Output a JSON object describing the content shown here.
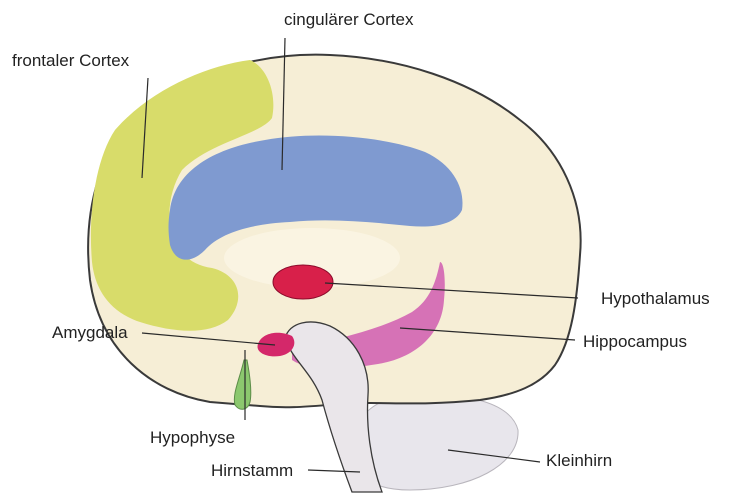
{
  "labels": {
    "frontal_cortex": "frontaler Cortex",
    "cingulate_cortex": "cingulärer Cortex",
    "hypothalamus": "Hypothalamus",
    "amygdala": "Amygdala",
    "hippocampus": "Hippocampus",
    "hypophysis": "Hypophyse",
    "brainstem": "Hirnstamm",
    "cerebellum": "Kleinhirn"
  },
  "colors": {
    "brain_fill": "#f6eed6",
    "outline": "#3a3a3a",
    "frontal_cortex": "#d8dc6a",
    "cingulate_cortex": "#7f9ad0",
    "hypothalamus": "#d8204a",
    "amygdala": "#d4286a",
    "hippocampus": "#d672b6",
    "hypophysis": "#8cc86e",
    "cerebellum": "#e8e6ec",
    "brainstem": "#eae6ea"
  }
}
